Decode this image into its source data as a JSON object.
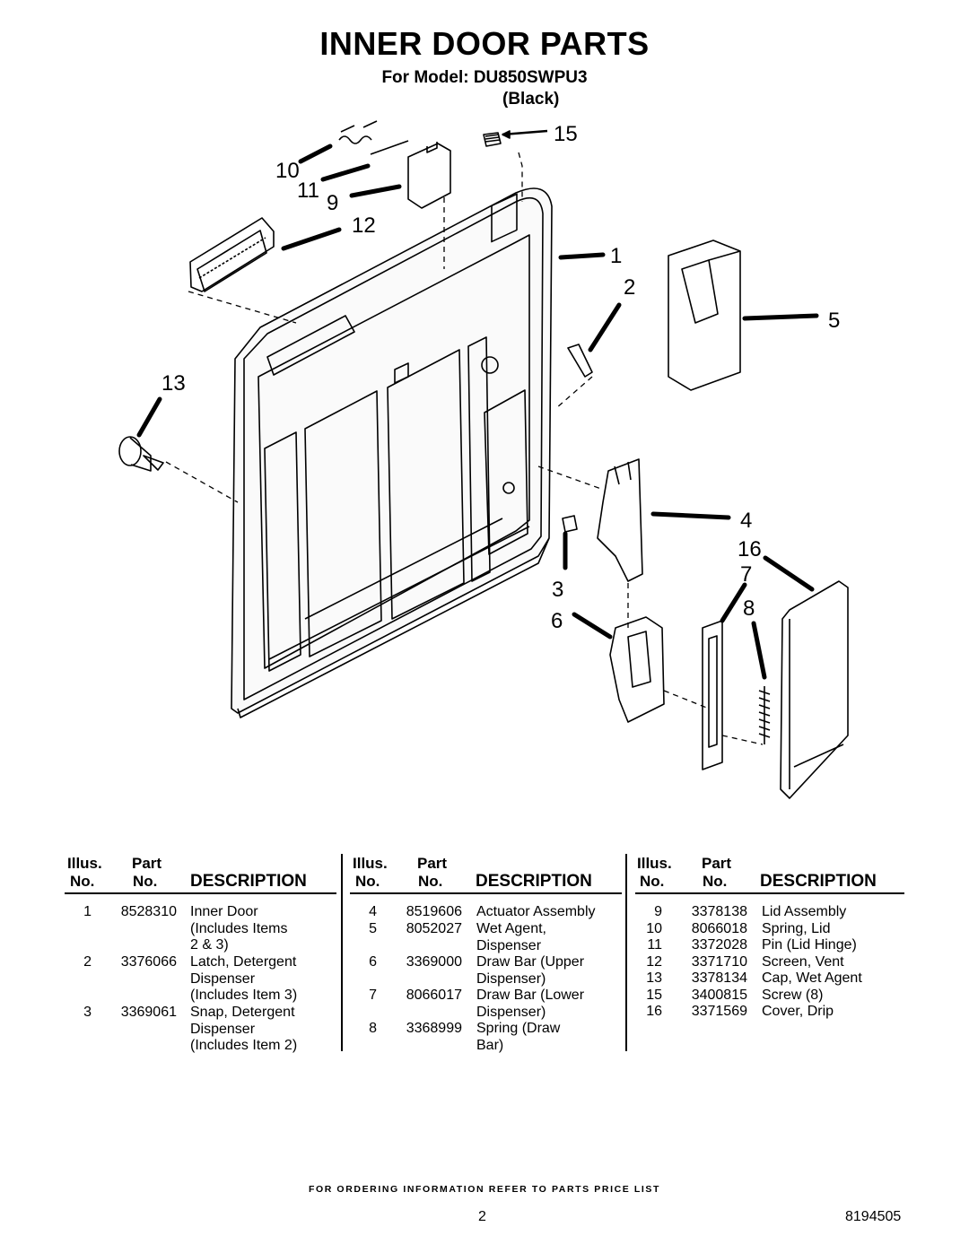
{
  "header": {
    "title": "INNER DOOR PARTS",
    "model": "For Model: DU850SWPU3",
    "color": "(Black)"
  },
  "diagram": {
    "callouts": [
      "1",
      "2",
      "3",
      "4",
      "5",
      "6",
      "7",
      "8",
      "9",
      "10",
      "11",
      "12",
      "13",
      "15",
      "16"
    ]
  },
  "table": {
    "headers": {
      "illus_top": "Illus.",
      "part_top": "Part",
      "illus_no": "No.",
      "part_no": "No.",
      "description": "DESCRIPTION"
    },
    "columns": [
      [
        {
          "illus": "1",
          "part": "8528310",
          "desc": [
            "Inner Door",
            "(Includes Items",
            "2 & 3)"
          ]
        },
        {
          "illus": "2",
          "part": "3376066",
          "desc": [
            "Latch, Detergent",
            "Dispenser",
            "(Includes Item 3)"
          ]
        },
        {
          "illus": "3",
          "part": "3369061",
          "desc": [
            "Snap, Detergent",
            "Dispenser",
            "(Includes Item 2)"
          ]
        }
      ],
      [
        {
          "illus": "4",
          "part": "8519606",
          "desc": [
            "Actuator Assembly"
          ]
        },
        {
          "illus": "5",
          "part": "8052027",
          "desc": [
            "Wet Agent,",
            "Dispenser"
          ]
        },
        {
          "illus": "6",
          "part": "3369000",
          "desc": [
            "Draw Bar (Upper",
            "Dispenser)"
          ]
        },
        {
          "illus": "7",
          "part": "8066017",
          "desc": [
            "Draw Bar (Lower",
            "Dispenser)"
          ]
        },
        {
          "illus": "8",
          "part": "3368999",
          "desc": [
            "Spring (Draw",
            "Bar)"
          ]
        }
      ],
      [
        {
          "illus": "9",
          "part": "3378138",
          "desc": [
            "Lid Assembly"
          ]
        },
        {
          "illus": "10",
          "part": "8066018",
          "desc": [
            "Spring, Lid"
          ]
        },
        {
          "illus": "11",
          "part": "3372028",
          "desc": [
            "Pin (Lid Hinge)"
          ]
        },
        {
          "illus": "12",
          "part": "3371710",
          "desc": [
            "Screen, Vent"
          ]
        },
        {
          "illus": "13",
          "part": "3378134",
          "desc": [
            "Cap, Wet Agent"
          ]
        },
        {
          "illus": "15",
          "part": "3400815",
          "desc": [
            "Screw (8)"
          ]
        },
        {
          "illus": "16",
          "part": "3371569",
          "desc": [
            "Cover, Drip"
          ]
        }
      ]
    ]
  },
  "footer": {
    "ordering_note": "FOR ORDERING INFORMATION REFER TO PARTS PRICE LIST",
    "page_number": "2",
    "doc_number": "8194505"
  }
}
